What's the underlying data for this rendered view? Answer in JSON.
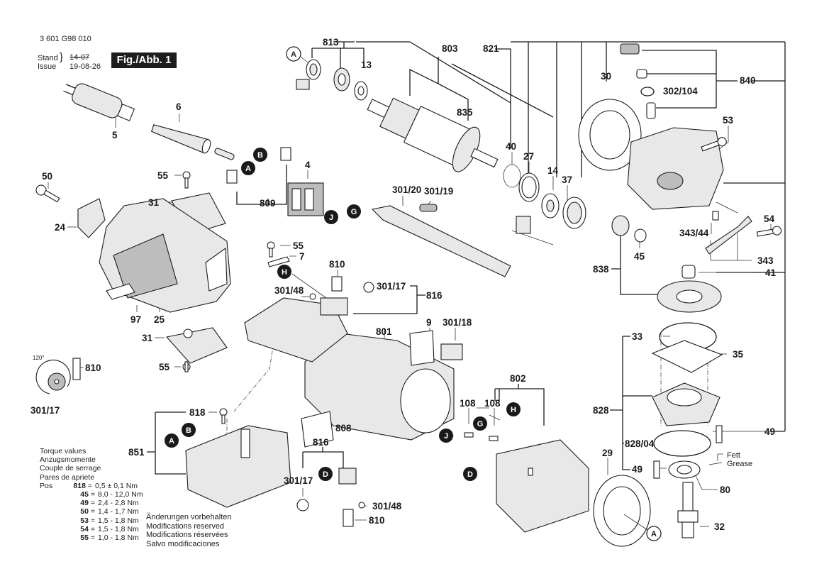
{
  "header": {
    "part_number": "3 601 G98 010",
    "stand_label": "Stand",
    "issue_label": "Issue",
    "old_date": "14-07",
    "date": "19-08-26",
    "figure_label": "Fig./Abb. 1"
  },
  "torque": {
    "titles": [
      "Torque values",
      "Anzugsmomente",
      "Couple de serrage",
      "Pares de apriete"
    ],
    "pos_prefix": "Pos",
    "rows": [
      {
        "pos": "818",
        "value": "0,5 ± 0,1 Nm"
      },
      {
        "pos": "45",
        "value": "8,0 - 12,0 Nm"
      },
      {
        "pos": "49",
        "value": "2,4 - 2,8 Nm"
      },
      {
        "pos": "50",
        "value": "1,4 - 1,7 Nm"
      },
      {
        "pos": "53",
        "value": "1,5 - 1,8 Nm"
      },
      {
        "pos": "54",
        "value": "1,5 - 1,8 Nm"
      },
      {
        "pos": "55",
        "value": "1,0 - 1,8 Nm"
      }
    ]
  },
  "notice": [
    "Änderungen vorbehalten",
    "Modifications reserved",
    "Modifications réservées",
    "Salvo modificaciones"
  ],
  "grease_note": [
    "Fett",
    "Grease"
  ],
  "angle_note": "120°",
  "callouts": [
    {
      "id": "813",
      "text": "813"
    },
    {
      "id": "13",
      "text": "13"
    },
    {
      "id": "803",
      "text": "803"
    },
    {
      "id": "835",
      "text": "835"
    },
    {
      "id": "821",
      "text": "821"
    },
    {
      "id": "30",
      "text": "30"
    },
    {
      "id": "840",
      "text": "840"
    },
    {
      "id": "302-104",
      "text": "302/104"
    },
    {
      "id": "53",
      "text": "53"
    },
    {
      "id": "6",
      "text": "6"
    },
    {
      "id": "5",
      "text": "5"
    },
    {
      "id": "4",
      "text": "4"
    },
    {
      "id": "809",
      "text": "809"
    },
    {
      "id": "50",
      "text": "50"
    },
    {
      "id": "55a",
      "text": "55"
    },
    {
      "id": "31a",
      "text": "31"
    },
    {
      "id": "24",
      "text": "24"
    },
    {
      "id": "97",
      "text": "97"
    },
    {
      "id": "25",
      "text": "25"
    },
    {
      "id": "31b",
      "text": "31"
    },
    {
      "id": "55b",
      "text": "55"
    },
    {
      "id": "810a",
      "text": "810"
    },
    {
      "id": "301-17a",
      "text": "301/17"
    },
    {
      "id": "40",
      "text": "40"
    },
    {
      "id": "27",
      "text": "27"
    },
    {
      "id": "14",
      "text": "14"
    },
    {
      "id": "37",
      "text": "37"
    },
    {
      "id": "301-20",
      "text": "301/20"
    },
    {
      "id": "301-19",
      "text": "301/19"
    },
    {
      "id": "55c",
      "text": "55"
    },
    {
      "id": "7",
      "text": "7"
    },
    {
      "id": "810b",
      "text": "810"
    },
    {
      "id": "301-48a",
      "text": "301/48"
    },
    {
      "id": "301-17b",
      "text": "301/17"
    },
    {
      "id": "816a",
      "text": "816"
    },
    {
      "id": "801",
      "text": "801"
    },
    {
      "id": "9",
      "text": "9"
    },
    {
      "id": "301-18",
      "text": "301/18"
    },
    {
      "id": "808",
      "text": "808"
    },
    {
      "id": "802",
      "text": "802"
    },
    {
      "id": "108a",
      "text": "108"
    },
    {
      "id": "108b",
      "text": "108"
    },
    {
      "id": "818",
      "text": "818"
    },
    {
      "id": "851",
      "text": "851"
    },
    {
      "id": "816b",
      "text": "816"
    },
    {
      "id": "301-17c",
      "text": "301/17"
    },
    {
      "id": "301-48b",
      "text": "301/48"
    },
    {
      "id": "810c",
      "text": "810"
    },
    {
      "id": "343-44",
      "text": "343/44"
    },
    {
      "id": "54",
      "text": "54"
    },
    {
      "id": "343",
      "text": "343"
    },
    {
      "id": "45",
      "text": "45"
    },
    {
      "id": "838",
      "text": "838"
    },
    {
      "id": "41",
      "text": "41"
    },
    {
      "id": "33",
      "text": "33"
    },
    {
      "id": "35",
      "text": "35"
    },
    {
      "id": "828",
      "text": "828"
    },
    {
      "id": "49a",
      "text": "49"
    },
    {
      "id": "828-04",
      "text": "828/04"
    },
    {
      "id": "49b",
      "text": "49"
    },
    {
      "id": "29",
      "text": "29"
    },
    {
      "id": "80",
      "text": "80"
    },
    {
      "id": "32",
      "text": "32"
    }
  ],
  "connectors": [
    {
      "id": "A1",
      "text": "A",
      "style": "outline"
    },
    {
      "id": "B1",
      "text": "B",
      "style": "filled"
    },
    {
      "id": "A2",
      "text": "A",
      "style": "filled"
    },
    {
      "id": "J1",
      "text": "J",
      "style": "filled"
    },
    {
      "id": "G1",
      "text": "G",
      "style": "filled"
    },
    {
      "id": "H1",
      "text": "H",
      "style": "filled"
    },
    {
      "id": "B2",
      "text": "B",
      "style": "filled"
    },
    {
      "id": "A3",
      "text": "A",
      "style": "filled"
    },
    {
      "id": "D1",
      "text": "D",
      "style": "filled"
    },
    {
      "id": "J2",
      "text": "J",
      "style": "filled"
    },
    {
      "id": "G2",
      "text": "G",
      "style": "filled"
    },
    {
      "id": "H2",
      "text": "H",
      "style": "filled"
    },
    {
      "id": "D2",
      "text": "D",
      "style": "filled"
    },
    {
      "id": "A4",
      "text": "A",
      "style": "outline"
    }
  ]
}
